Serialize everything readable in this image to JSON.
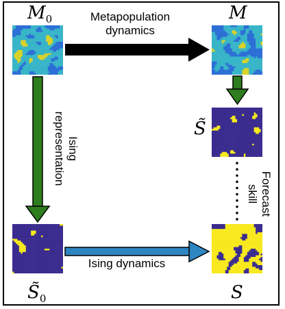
{
  "nodes": {
    "m0": {
      "symbol": "M",
      "subscript": "0"
    },
    "m": {
      "symbol": "M"
    },
    "s_tilde": {
      "symbol": "S̃"
    },
    "s0_tilde": {
      "symbol": "S̃",
      "subscript": "0"
    },
    "s": {
      "symbol": "S"
    }
  },
  "arrows": {
    "metapopulation": {
      "label_line1": "Metapopulation",
      "label_line2": "dynamics",
      "color": "#000000"
    },
    "ising_representation": {
      "label_line1": "Ising",
      "label_line2": "representation",
      "color": "#2e7d1e"
    },
    "ising_dynamics": {
      "label": "Ising dynamics",
      "color": "#2e86c1"
    },
    "m_to_s_tilde": {
      "color": "#2e7d1e"
    },
    "forecast_skill": {
      "label_line1": "Forecast",
      "label_line2": "skill"
    }
  },
  "colors": {
    "ising_spin_down": "#3b2c8f",
    "ising_spin_up": "#f7e91e",
    "field_low": "#2c6fd6",
    "field_mid": "#38b5c8",
    "field_high": "#d8d22a"
  }
}
